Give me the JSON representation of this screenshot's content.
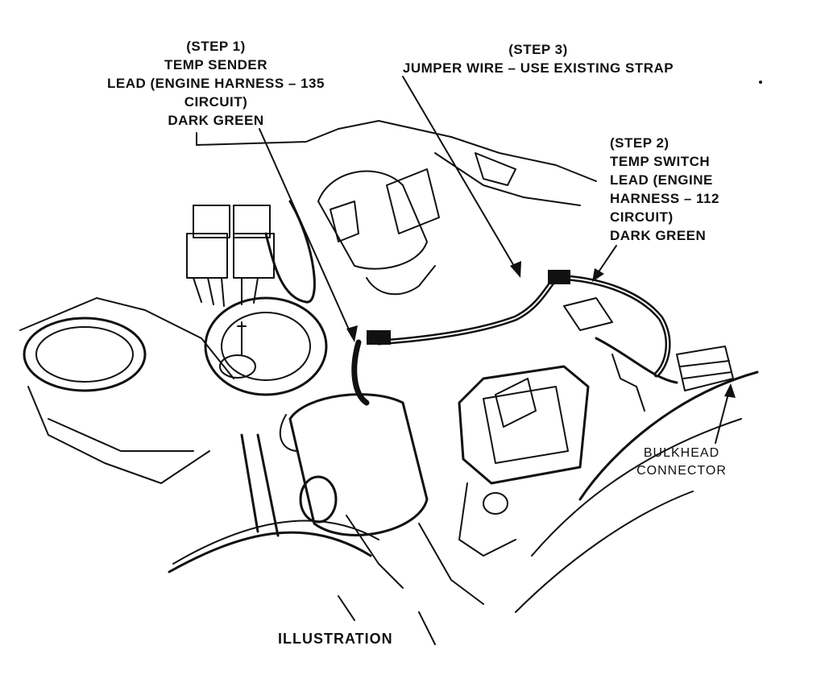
{
  "callouts": {
    "step1": {
      "lines": [
        "(STEP 1)",
        "TEMP SENDER",
        "LEAD (ENGINE HARNESS – 135",
        "CIRCUIT)",
        "DARK GREEN"
      ]
    },
    "step3": {
      "lines": [
        "(STEP 3)",
        "JUMPER WIRE – USE EXISTING STRAP"
      ]
    },
    "step2": {
      "lines": [
        "(STEP 2)",
        "TEMP SWITCH",
        "LEAD (ENGINE",
        "HARNESS – 112",
        "CIRCUIT)",
        "DARK GREEN"
      ]
    },
    "bulkhead": {
      "lines": [
        "BULKHEAD",
        "CONNECTOR"
      ]
    }
  },
  "caption": "ILLUSTRATION"
}
